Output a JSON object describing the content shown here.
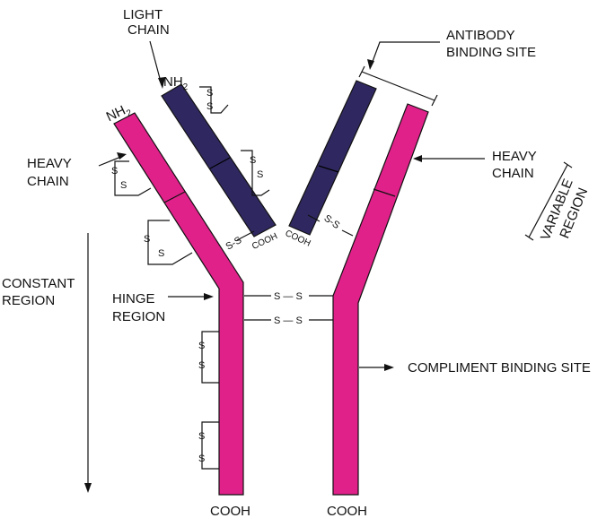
{
  "labels": {
    "light_chain_1": "LIGHT",
    "light_chain_2": "CHAIN",
    "nh2": "NH",
    "nh2_sub": "2",
    "antibody_1": "ANTIBODY",
    "antibody_2": "BINDING SITE",
    "heavy_left_1": "HEAVY",
    "heavy_left_2": "CHAIN",
    "heavy_right_1": "HEAVY",
    "heavy_right_2": "CHAIN",
    "variable_1": "VARIABLE",
    "variable_2": "REGION",
    "constant_1": "CONSTANT",
    "constant_2": "REGION",
    "hinge_1": "HINGE",
    "hinge_2": "REGION",
    "compliment": "COMPLIMENT BINDING SITE",
    "cooh": "COOH",
    "ss": "S",
    "ss_pair": "S-S",
    "ss_bond": "S — S"
  },
  "colors": {
    "heavy_chain": "#e0218a",
    "light_chain": "#2f2860",
    "outline": "#111111"
  }
}
